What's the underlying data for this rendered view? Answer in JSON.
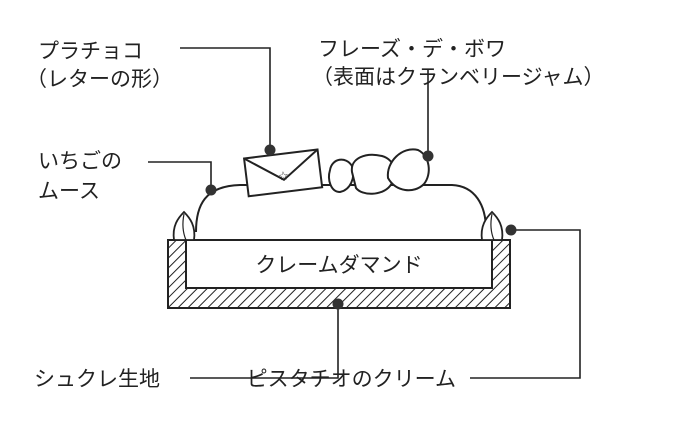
{
  "labels": {
    "plastic_chocolate": "プラチョコ",
    "plastic_chocolate_note": "（レターの形）",
    "fraises_des_bois": "フレーズ・デ・ボワ",
    "fraises_des_bois_note": "（表面はクランベリージャム）",
    "strawberry_mousse_line1": "いちごの",
    "strawberry_mousse_line2": "ムース",
    "creme_damande": "クレームダマンド",
    "pate_sucree": "シュクレ生地",
    "pistachio_cream": "ピスタチオのクリーム"
  },
  "colors": {
    "line": "#222222",
    "dot": "#333333",
    "background": "#ffffff"
  }
}
